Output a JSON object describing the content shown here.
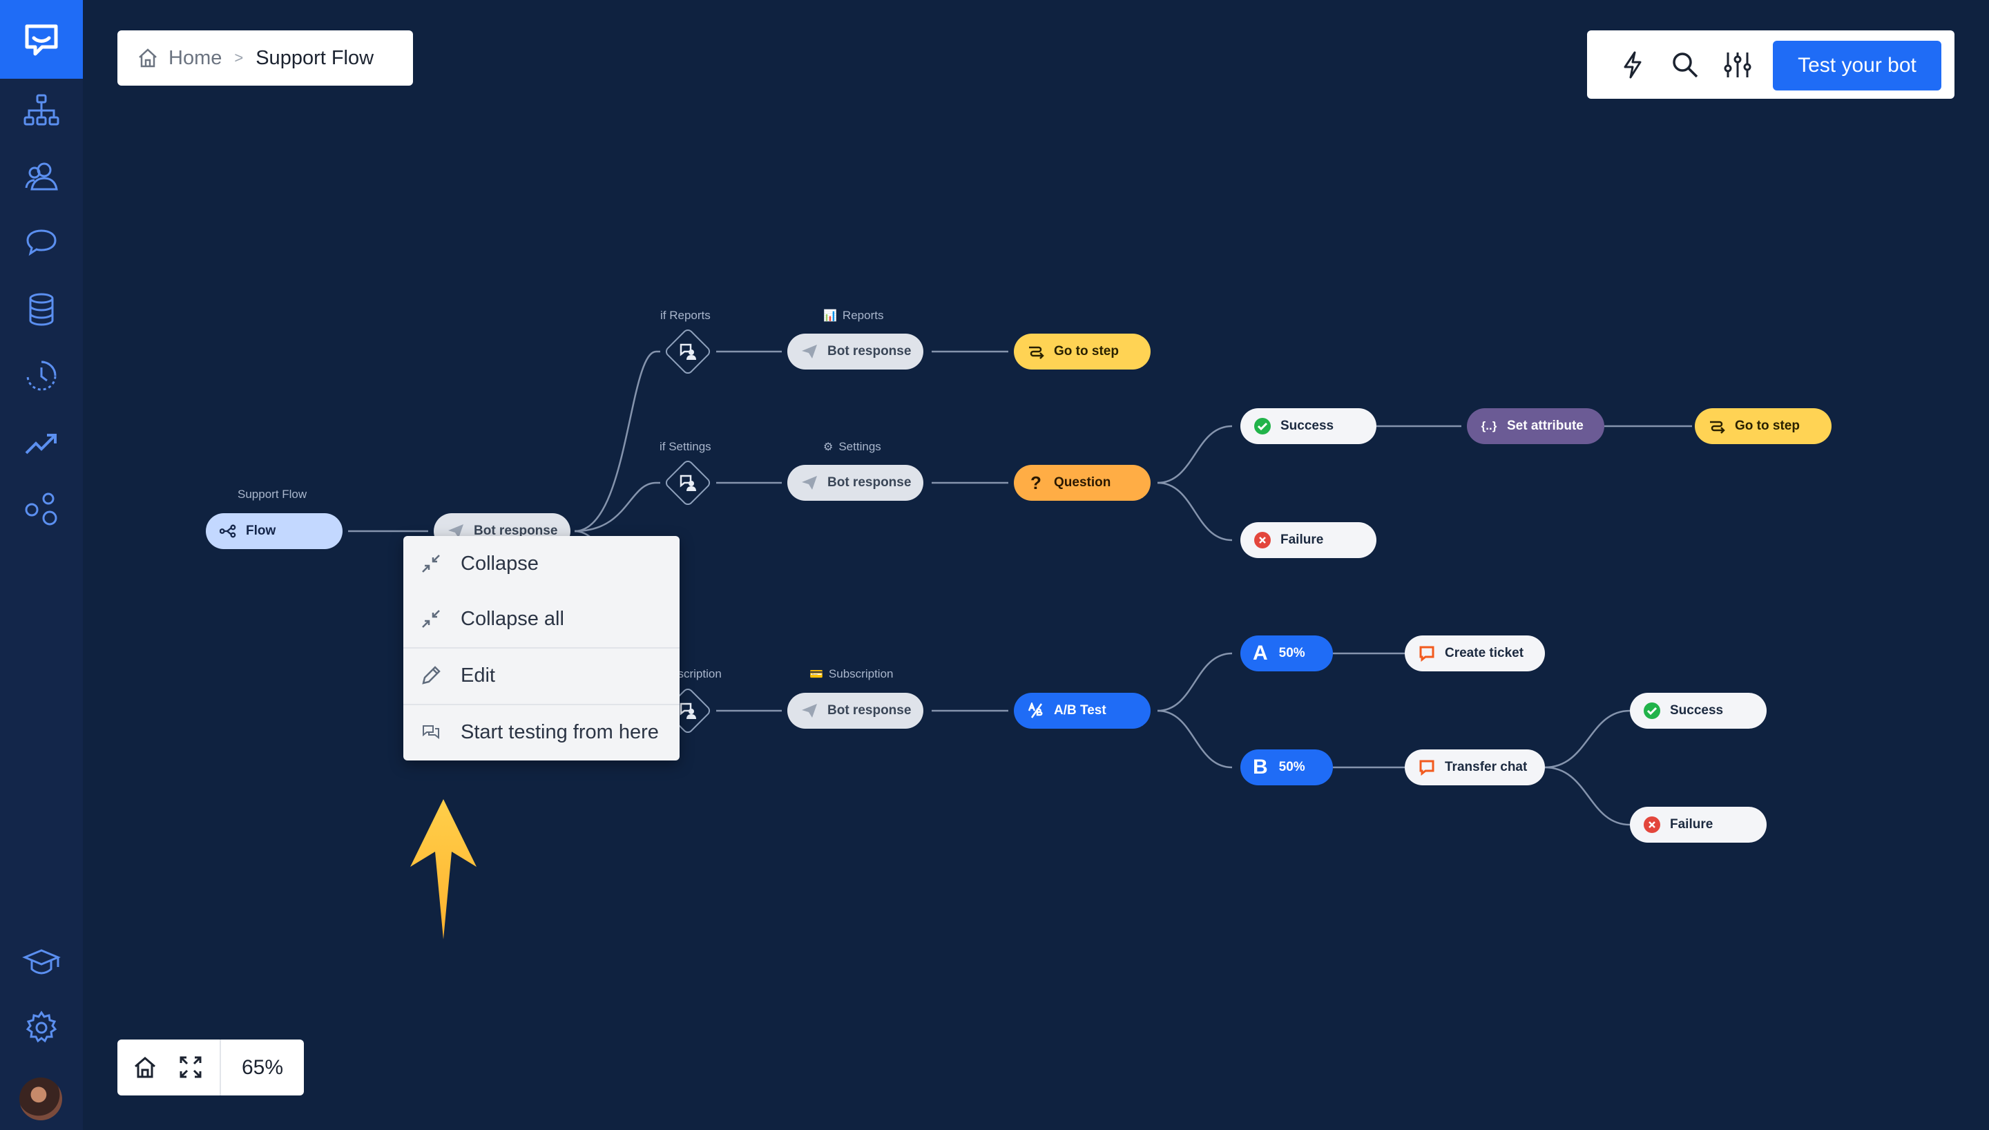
{
  "breadcrumb": {
    "home": "Home",
    "separator": ">",
    "current": "Support Flow"
  },
  "toolbar": {
    "test_button": "Test your bot"
  },
  "zoom": {
    "value": "65%"
  },
  "context_menu": {
    "items": [
      {
        "label": "Collapse",
        "icon": "collapse-icon"
      },
      {
        "label": "Collapse all",
        "icon": "collapse-all-icon"
      },
      {
        "label": "Edit",
        "icon": "pencil-icon"
      },
      {
        "label": "Start testing from here",
        "icon": "chat-bubbles-icon"
      }
    ]
  },
  "flow": {
    "root_label": "Support Flow",
    "root_node": "Flow",
    "first_response": "Bot response",
    "branches": {
      "reports": {
        "condition": "if Reports",
        "step_label": "Reports",
        "response": "Bot response",
        "goto": "Go to step"
      },
      "settings": {
        "condition": "if Settings",
        "step_label": "Settings",
        "response": "Bot response",
        "question": "Question",
        "success": "Success",
        "set_attribute": "Set attribute",
        "goto": "Go to step",
        "failure": "Failure"
      },
      "subscription": {
        "condition": "if Subscription",
        "step_label": "Subscription",
        "response": "Bot response",
        "ab_test": "A/B Test",
        "variant_a": {
          "letter": "A",
          "percent": "50%",
          "action": "Create ticket"
        },
        "variant_b": {
          "letter": "B",
          "percent": "50%",
          "action": "Transfer chat",
          "success": "Success",
          "failure": "Failure"
        }
      }
    }
  },
  "colors": {
    "canvas": "#0f2240",
    "sidebar": "#13264a",
    "accent": "#1f6cf6",
    "goto": "#ffd354",
    "question": "#ffad45",
    "attribute": "#6b5b95",
    "arrow": "#ffc43d"
  }
}
